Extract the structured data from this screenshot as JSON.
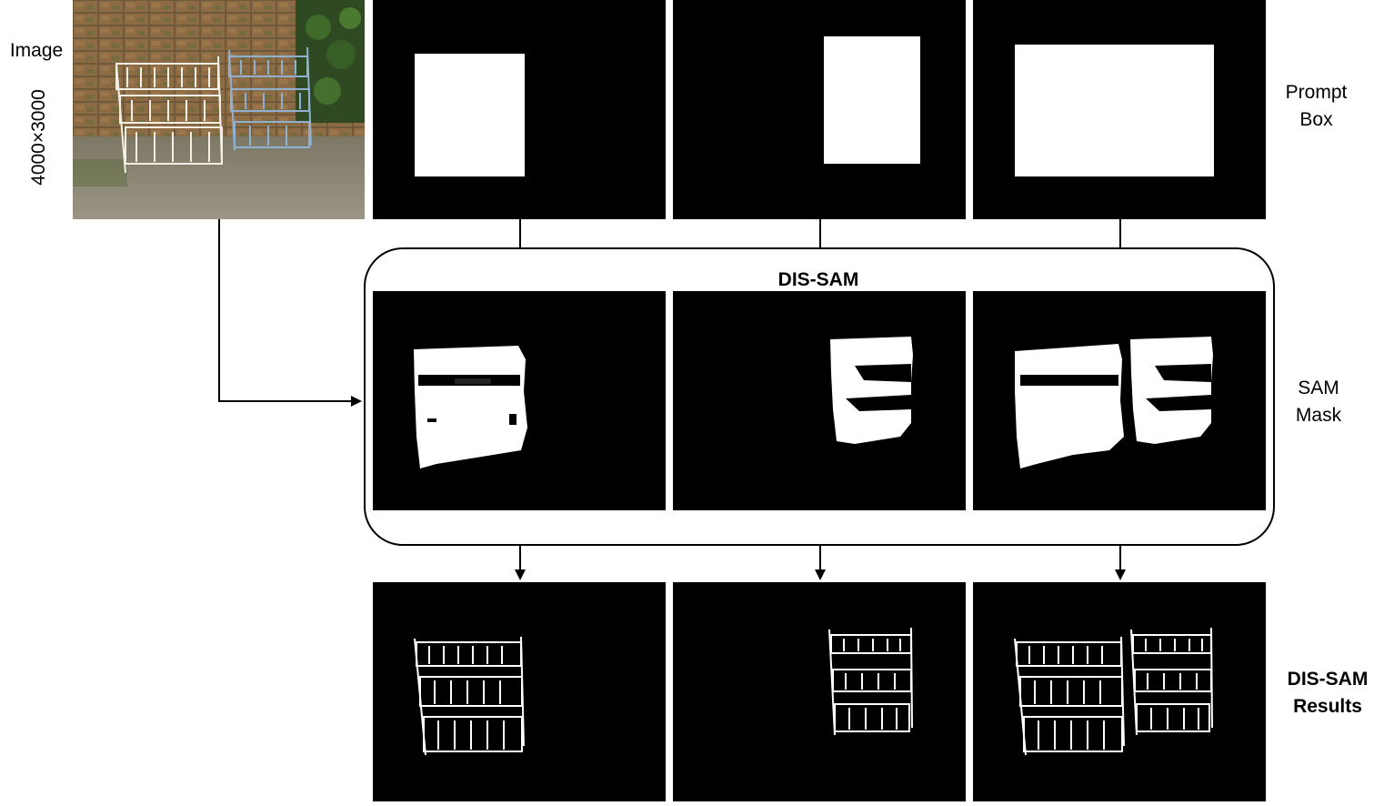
{
  "labels": {
    "image": "Image",
    "resolution": "4000×3000",
    "prompt_box": [
      "Prompt",
      "Box"
    ],
    "sam_mask": [
      "SAM",
      "Mask"
    ],
    "dis_sam": "DIS-SAM",
    "results": [
      "DIS-SAM",
      "Results"
    ]
  },
  "colors": {
    "panel_background": "#000000",
    "foreground": "#ffffff",
    "connector": "#000000"
  },
  "rows": [
    {
      "name": "prompt-box",
      "panels": 3,
      "content": "solid white rectangle"
    },
    {
      "name": "sam-mask",
      "panels": 3,
      "content": "binary segmentation mask"
    },
    {
      "name": "dis-sam-result",
      "panels": 3,
      "content": "refined wire shelf mask"
    }
  ]
}
